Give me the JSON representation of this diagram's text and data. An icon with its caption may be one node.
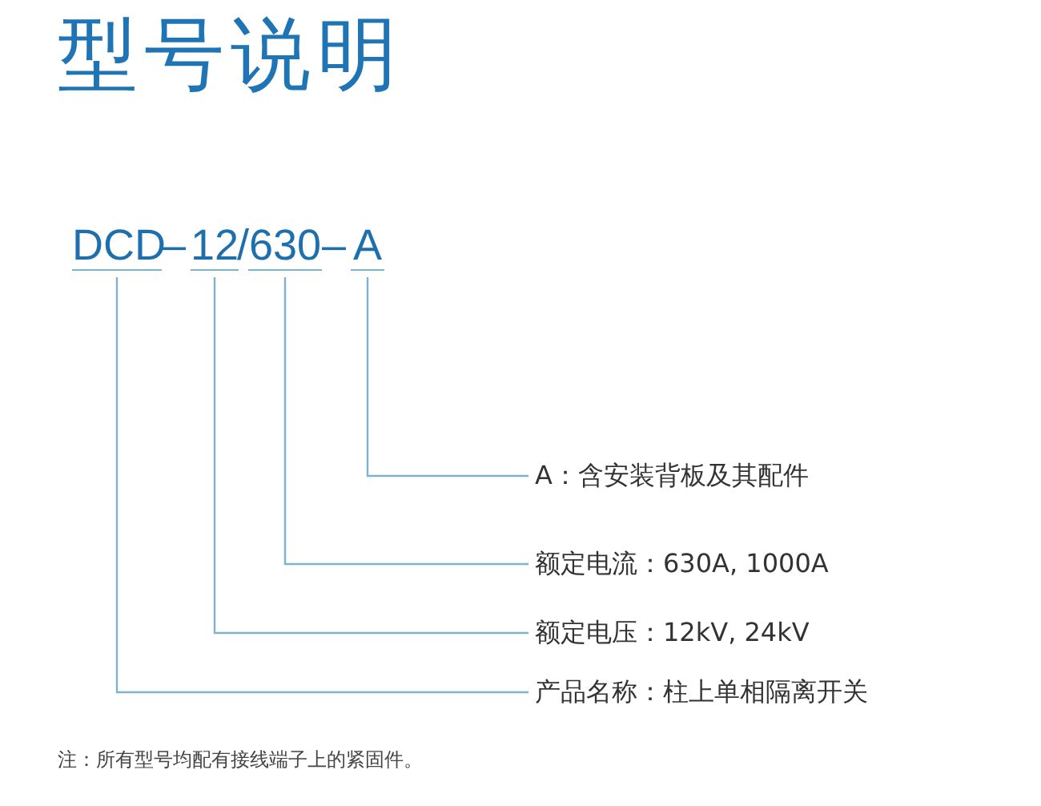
{
  "diagram": {
    "title": "型号说明",
    "nodes": [
      {
        "text": [
          "DCD"
        ]
      },
      {
        "text": [
          "12"
        ]
      },
      {
        "text": [
          "630"
        ]
      },
      {
        "text": [
          "A"
        ]
      },
      {
        "text": [
          "A：含安装背板及其配件"
        ]
      },
      {
        "text": [
          "额定电流：630A, 1000A"
        ]
      },
      {
        "text": [
          "额定电压：12kV, 24kV"
        ]
      },
      {
        "text": [
          "产品名称：柱上单相隔离开关"
        ]
      }
    ],
    "edges": [
      {
        "from": 3,
        "to": 4,
        "arrow": "none"
      },
      {
        "from": 2,
        "to": 5,
        "arrow": "none"
      },
      {
        "from": 1,
        "to": 6,
        "arrow": "none"
      },
      {
        "from": 0,
        "to": 7,
        "arrow": "none"
      }
    ],
    "labels": [
      "–",
      "/",
      "–",
      "注：所有型号均配有接线端子上的紧固件。"
    ]
  }
}
